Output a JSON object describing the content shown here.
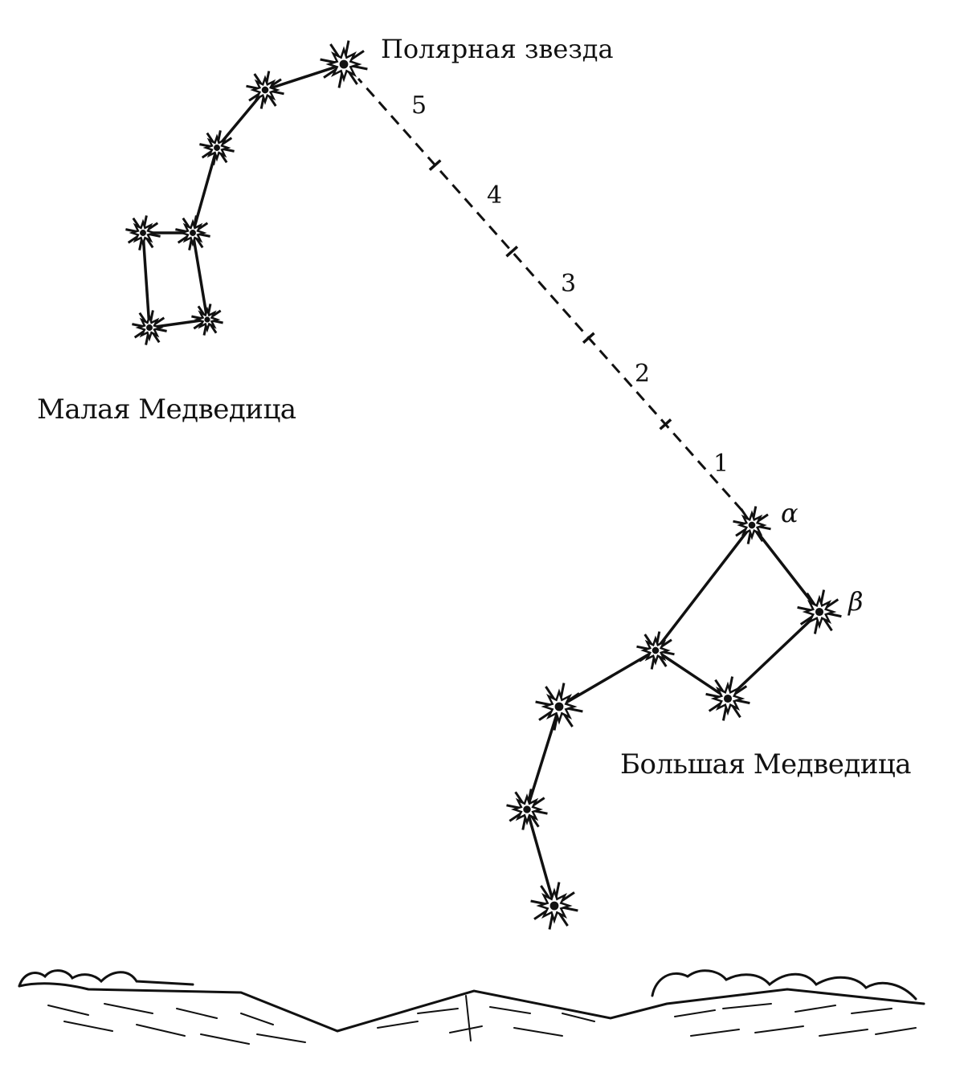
{
  "labels": {
    "polaris": "Полярная звезда",
    "ursa_minor": "Малая Медведица",
    "ursa_major": "Большая Медведица",
    "alpha": "α",
    "beta": "β"
  },
  "distance_marks": [
    "1",
    "2",
    "3",
    "4",
    "5"
  ],
  "colors": {
    "ink": "#111111",
    "background": "#ffffff"
  },
  "icons": {
    "star": "star-icon"
  }
}
